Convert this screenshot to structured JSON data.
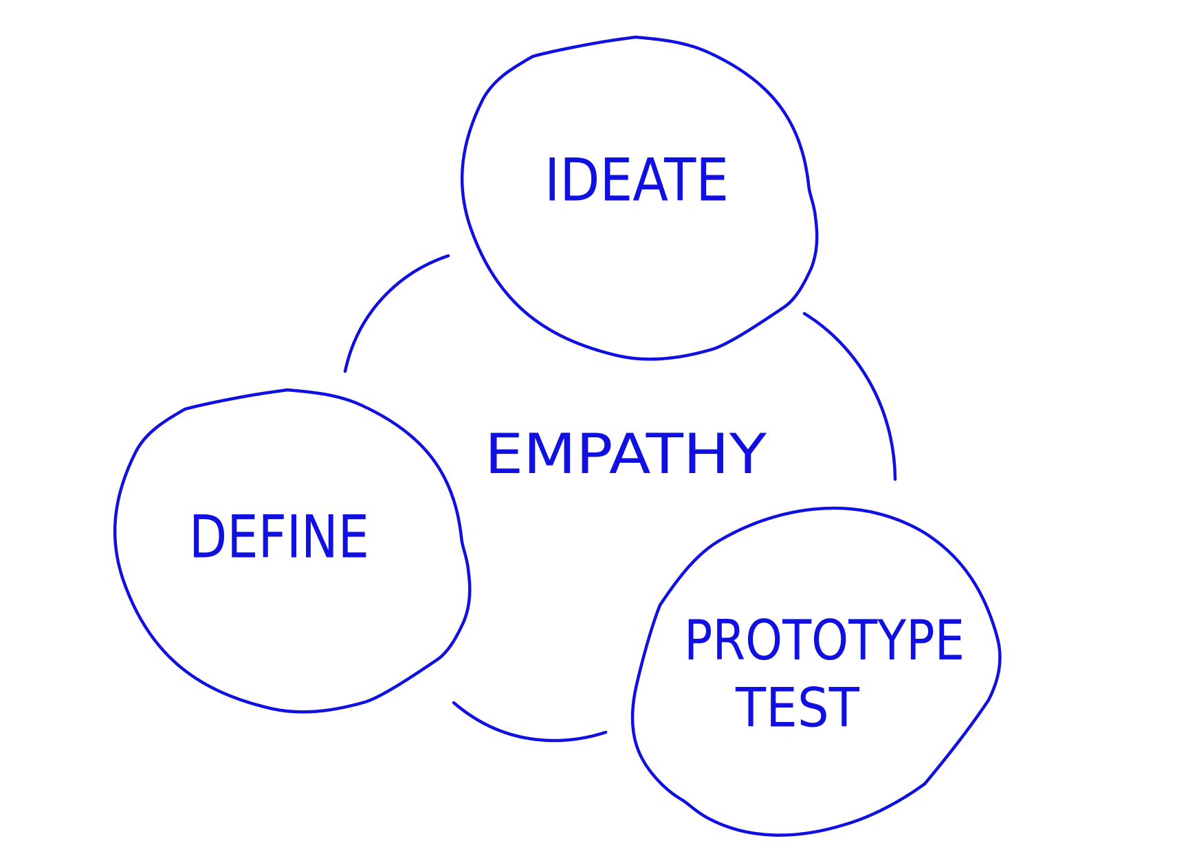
{
  "diagram": {
    "stroke_color": "#1010e0",
    "background": "#ffffff",
    "nodes": {
      "ideate": {
        "label": "IDEATE"
      },
      "define": {
        "label": "DEFINE"
      },
      "prototype": {
        "label_line1": "PROTOTYPE",
        "label_line2": "TEST"
      }
    },
    "center_label": "EMPATHY"
  }
}
